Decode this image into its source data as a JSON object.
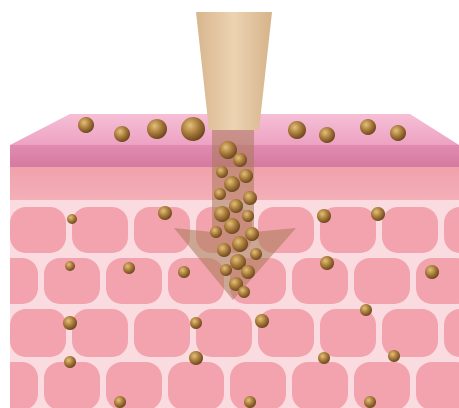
{
  "diagram": {
    "subject": "skin-penetration-cross-section",
    "labels": [],
    "colors": {
      "background": "#ffffff",
      "epidermis_top": "#f3a8c8",
      "epidermis_top_face": "#f0b4cf",
      "stratum_band": "#d982a6",
      "upper_dermis": "#f3a6ad",
      "cell_fill": "#f2a3ad",
      "cell_gap": "#f9dbe0",
      "applicator": "#e4c7a3",
      "arrow": "#a87a55",
      "particle": "#9b6d2e",
      "particle_highlight": "#e2c27a"
    },
    "layers": [
      {
        "name": "stratum-corneum"
      },
      {
        "name": "epidermis-band"
      },
      {
        "name": "upper-dermis"
      },
      {
        "name": "cell-layer"
      }
    ],
    "icons": [
      "applicator-icon",
      "penetration-arrow-icon",
      "particle-icon"
    ]
  }
}
